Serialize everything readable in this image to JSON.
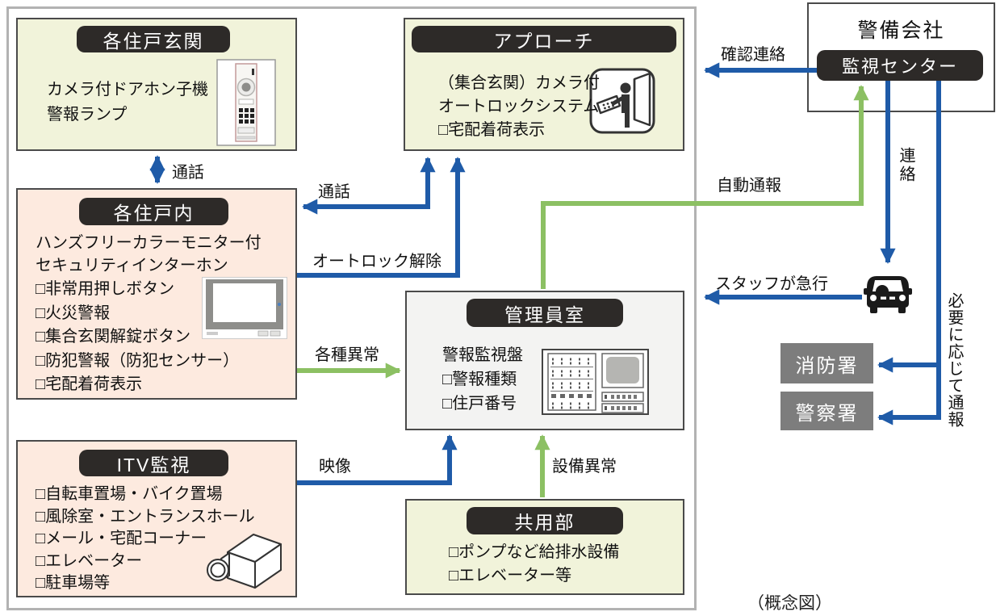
{
  "colors": {
    "arrow_blue": "#1f5ba8",
    "arrow_green": "#8cc063",
    "pill_bg": "#2d2a28",
    "box_yellow": "#f1f3da",
    "box_pink": "#fdeadf",
    "box_gray": "#f3f3f2",
    "agency_gray": "#7d7d7d"
  },
  "caption": "（概念図）",
  "entrance": {
    "label": "各住戸玄関",
    "lines": [
      "カメラ付ドアホン子機",
      "警報ランプ"
    ]
  },
  "interior": {
    "label": "各住戸内",
    "subtitle": [
      "ハンズフリーカラーモニター付",
      "セキュリティインターホン"
    ],
    "items": [
      "□非常用押しボタン",
      "□火災警報",
      "□集合玄関解錠ボタン",
      "□防犯警報（防犯センサー）",
      "□宅配着荷表示"
    ]
  },
  "itv": {
    "label": "ITV監視",
    "items": [
      "□自転車置場・バイク置場",
      "□風除室・エントランスホール",
      "□メール・宅配コーナー",
      "□エレベーター",
      "□駐車場等"
    ]
  },
  "approach": {
    "label": "アプローチ",
    "lines": [
      "（集合玄関）カメラ付",
      "オートロックシステム",
      "□宅配着荷表示"
    ]
  },
  "manager": {
    "label": "管理員室",
    "lines": [
      "警報監視盤",
      "□警報種類",
      "□住戸番号"
    ]
  },
  "common": {
    "label": "共用部",
    "items": [
      "□ポンプなど給排水設備",
      "□エレベーター等"
    ]
  },
  "security": {
    "title": "警備会社",
    "center": "監視センター"
  },
  "agencies": {
    "fire": "消防署",
    "police": "警察署"
  },
  "arrows": {
    "talk_door": "通話",
    "talk_approach": "通話",
    "autolock_release": "オートロック解除",
    "various_abnormal": "各種異常",
    "video": "映像",
    "equipment_abnormal": "設備異常",
    "auto_report": "自動通報",
    "confirm_contact": "確認連絡",
    "contact": "連絡",
    "staff_rush": "スタッフが急行",
    "report_as_needed": "必要に応じて通報"
  }
}
